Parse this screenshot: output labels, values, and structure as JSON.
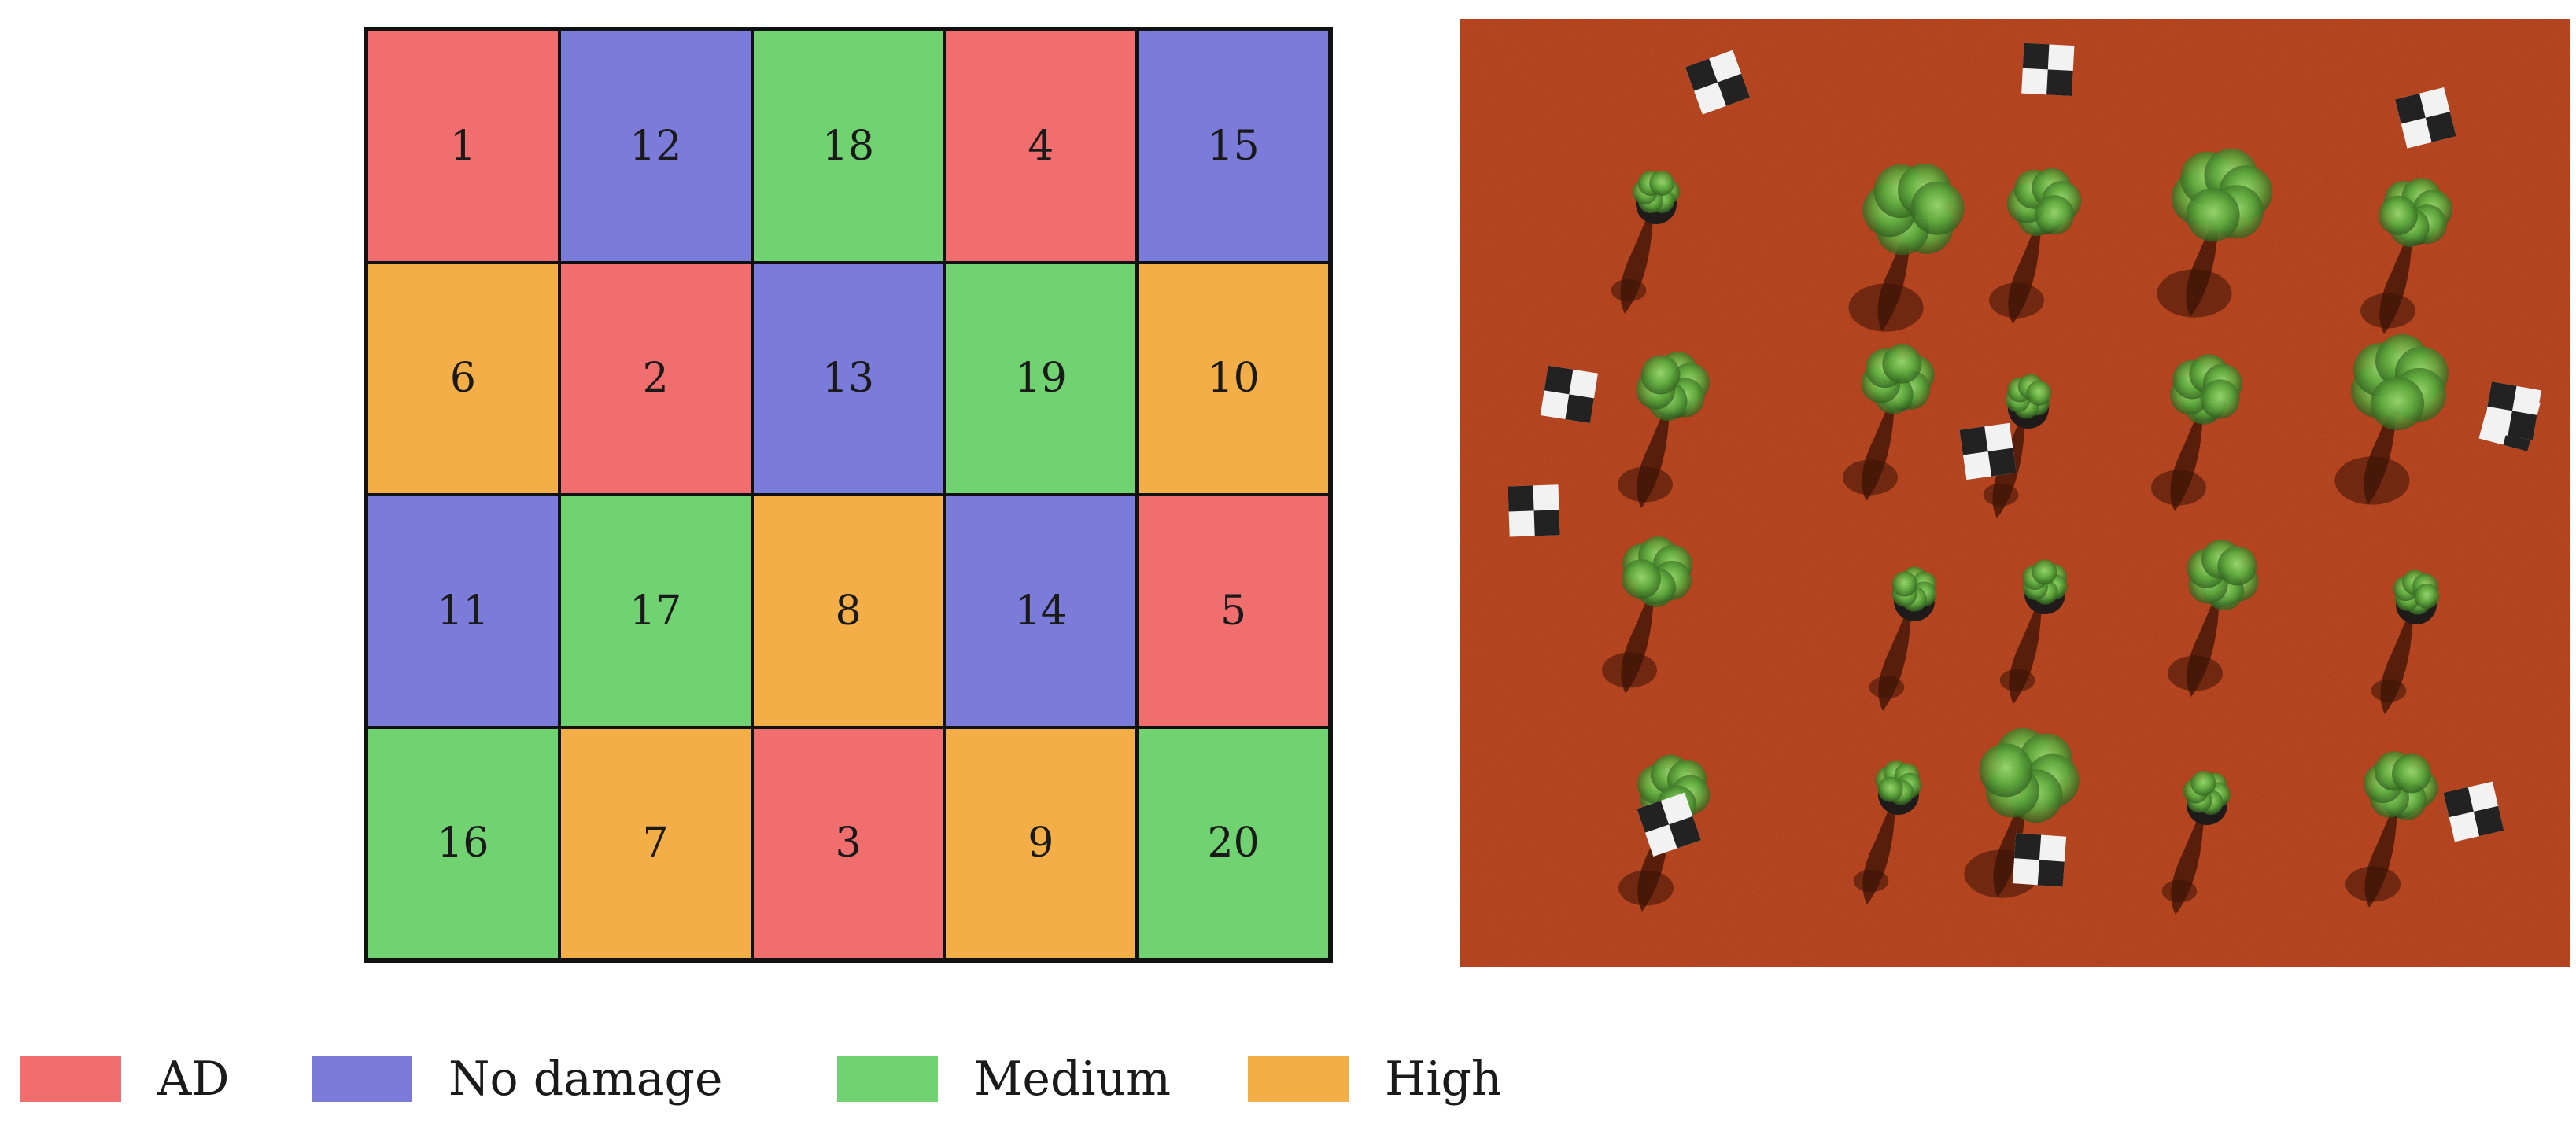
{
  "colors": {
    "AD": "#f06e6e",
    "No damage": "#7b7bd9",
    "Medium": "#70d270",
    "High": "#f3ae48",
    "soil": "#b3411c"
  },
  "grid": {
    "rows": [
      [
        {
          "label": "1",
          "treatment": "AD"
        },
        {
          "label": "12",
          "treatment": "No damage"
        },
        {
          "label": "18",
          "treatment": "Medium"
        },
        {
          "label": "4",
          "treatment": "AD"
        },
        {
          "label": "15",
          "treatment": "No damage"
        }
      ],
      [
        {
          "label": "6",
          "treatment": "High"
        },
        {
          "label": "2",
          "treatment": "AD"
        },
        {
          "label": "13",
          "treatment": "No damage"
        },
        {
          "label": "19",
          "treatment": "Medium"
        },
        {
          "label": "10",
          "treatment": "High"
        }
      ],
      [
        {
          "label": "11",
          "treatment": "No damage"
        },
        {
          "label": "17",
          "treatment": "Medium"
        },
        {
          "label": "8",
          "treatment": "High"
        },
        {
          "label": "14",
          "treatment": "No damage"
        },
        {
          "label": "5",
          "treatment": "AD"
        }
      ],
      [
        {
          "label": "16",
          "treatment": "Medium"
        },
        {
          "label": "7",
          "treatment": "High"
        },
        {
          "label": "3",
          "treatment": "AD"
        },
        {
          "label": "9",
          "treatment": "High"
        },
        {
          "label": "20",
          "treatment": "Medium"
        }
      ]
    ]
  },
  "legend": [
    {
      "label": "AD",
      "color": "#f06e6e"
    },
    {
      "label": "No damage",
      "color": "#7b7bd9"
    },
    {
      "label": "Medium",
      "color": "#70d270"
    },
    {
      "label": "High",
      "color": "#f3ae48"
    }
  ],
  "photo": {
    "plants": [
      {
        "row": 1,
        "col": 1,
        "size": "small"
      },
      {
        "row": 1,
        "col": 2,
        "size": "large"
      },
      {
        "row": 1,
        "col": 3,
        "size": "medium"
      },
      {
        "row": 1,
        "col": 4,
        "size": "large"
      },
      {
        "row": 1,
        "col": 5,
        "size": "medium"
      },
      {
        "row": 2,
        "col": 1,
        "size": "medium"
      },
      {
        "row": 2,
        "col": 2,
        "size": "medium"
      },
      {
        "row": 2,
        "col": 3,
        "size": "small"
      },
      {
        "row": 2,
        "col": 4,
        "size": "medium"
      },
      {
        "row": 2,
        "col": 5,
        "size": "large"
      },
      {
        "row": 3,
        "col": 1,
        "size": "medium"
      },
      {
        "row": 3,
        "col": 2,
        "size": "small"
      },
      {
        "row": 3,
        "col": 3,
        "size": "small"
      },
      {
        "row": 3,
        "col": 4,
        "size": "medium"
      },
      {
        "row": 3,
        "col": 5,
        "size": "small"
      },
      {
        "row": 4,
        "col": 1,
        "size": "medium"
      },
      {
        "row": 4,
        "col": 2,
        "size": "small"
      },
      {
        "row": 4,
        "col": 3,
        "size": "large"
      },
      {
        "row": 4,
        "col": 4,
        "size": "small"
      },
      {
        "row": 4,
        "col": 5,
        "size": "medium"
      }
    ],
    "ground_markers": 11
  }
}
